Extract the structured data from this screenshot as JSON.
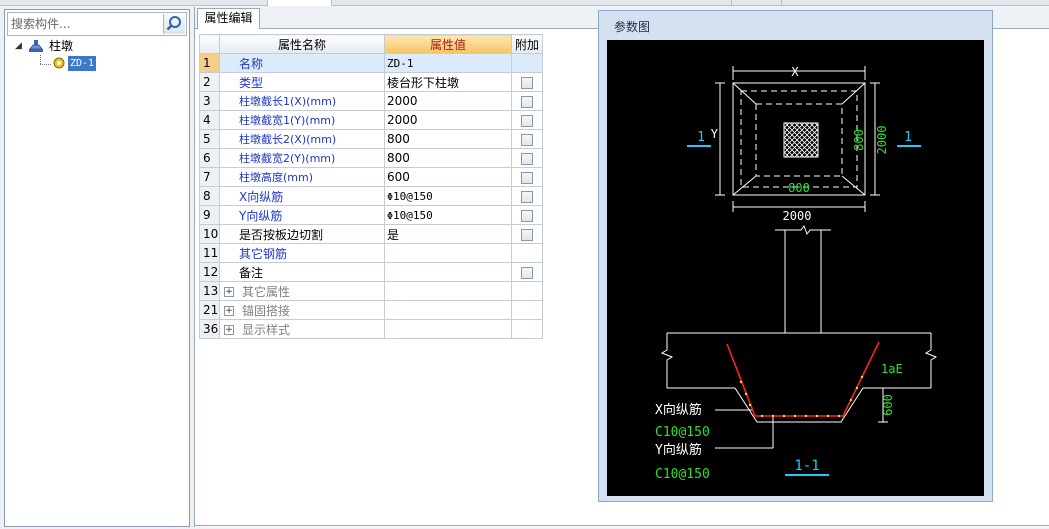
{
  "search": {
    "placeholder": "搜索构件..."
  },
  "tree": {
    "root_label": "柱墩",
    "child_label": "ZD-1"
  },
  "tab": {
    "label": "属性编辑"
  },
  "grid": {
    "headers": [
      "属性名称",
      "属性值",
      "附加"
    ],
    "rows": [
      {
        "num": "1",
        "name": "名称",
        "value": "ZD-1",
        "has_checkbox": false
      },
      {
        "num": "2",
        "name": "类型",
        "value": "棱台形下柱墩",
        "has_checkbox": true
      },
      {
        "num": "3",
        "name": "柱墩截长1(X)(mm)",
        "value": "2000",
        "has_checkbox": true
      },
      {
        "num": "4",
        "name": "柱墩截宽1(Y)(mm)",
        "value": "2000",
        "has_checkbox": true
      },
      {
        "num": "5",
        "name": "柱墩截长2(X)(mm)",
        "value": "800",
        "has_checkbox": true
      },
      {
        "num": "6",
        "name": "柱墩截宽2(Y)(mm)",
        "value": "800",
        "has_checkbox": true
      },
      {
        "num": "7",
        "name": "柱墩高度(mm)",
        "value": "600",
        "has_checkbox": true
      },
      {
        "num": "8",
        "name": "X向纵筋",
        "value": "10@150",
        "value_prefix": "Φ",
        "has_checkbox": true
      },
      {
        "num": "9",
        "name": "Y向纵筋",
        "value": "10@150",
        "value_prefix": "Φ",
        "has_checkbox": true
      },
      {
        "num": "10",
        "name": "是否按板边切割",
        "value": "是",
        "has_checkbox": true
      },
      {
        "num": "11",
        "name": "其它钢筋",
        "value": "",
        "has_checkbox": false
      },
      {
        "num": "12",
        "name": "备注",
        "value": "",
        "has_checkbox": true
      },
      {
        "num": "13",
        "name": "其它属性",
        "value": "",
        "has_checkbox": false
      },
      {
        "num": "21",
        "name": "锚固搭接",
        "value": "",
        "has_checkbox": false
      },
      {
        "num": "36",
        "name": "显示样式",
        "value": "",
        "has_checkbox": false
      }
    ]
  },
  "param": {
    "title": "参数图",
    "plan": {
      "dim_x": "X",
      "dim_y": "Y",
      "dim_800_h": "800",
      "dim_2000_h": "2000",
      "dim_800_v": "800",
      "dim_2000_v": "2000",
      "section_mark": "1"
    },
    "section": {
      "label_lae": "1aE",
      "dim_600": "600",
      "x_bar_label": "X向纵筋",
      "x_bar_value": "C10@150",
      "y_bar_label": "Y向纵筋",
      "y_bar_value": "C10@150",
      "section_title": "1-1"
    }
  },
  "colors": {
    "blue_text": "#1f36c5",
    "red_text": "#b01818",
    "cad_green": "#2ee02e",
    "cad_cyan": "#1ec8ff",
    "cad_red": "#ff2020",
    "cad_yellow": "#ffe000"
  }
}
